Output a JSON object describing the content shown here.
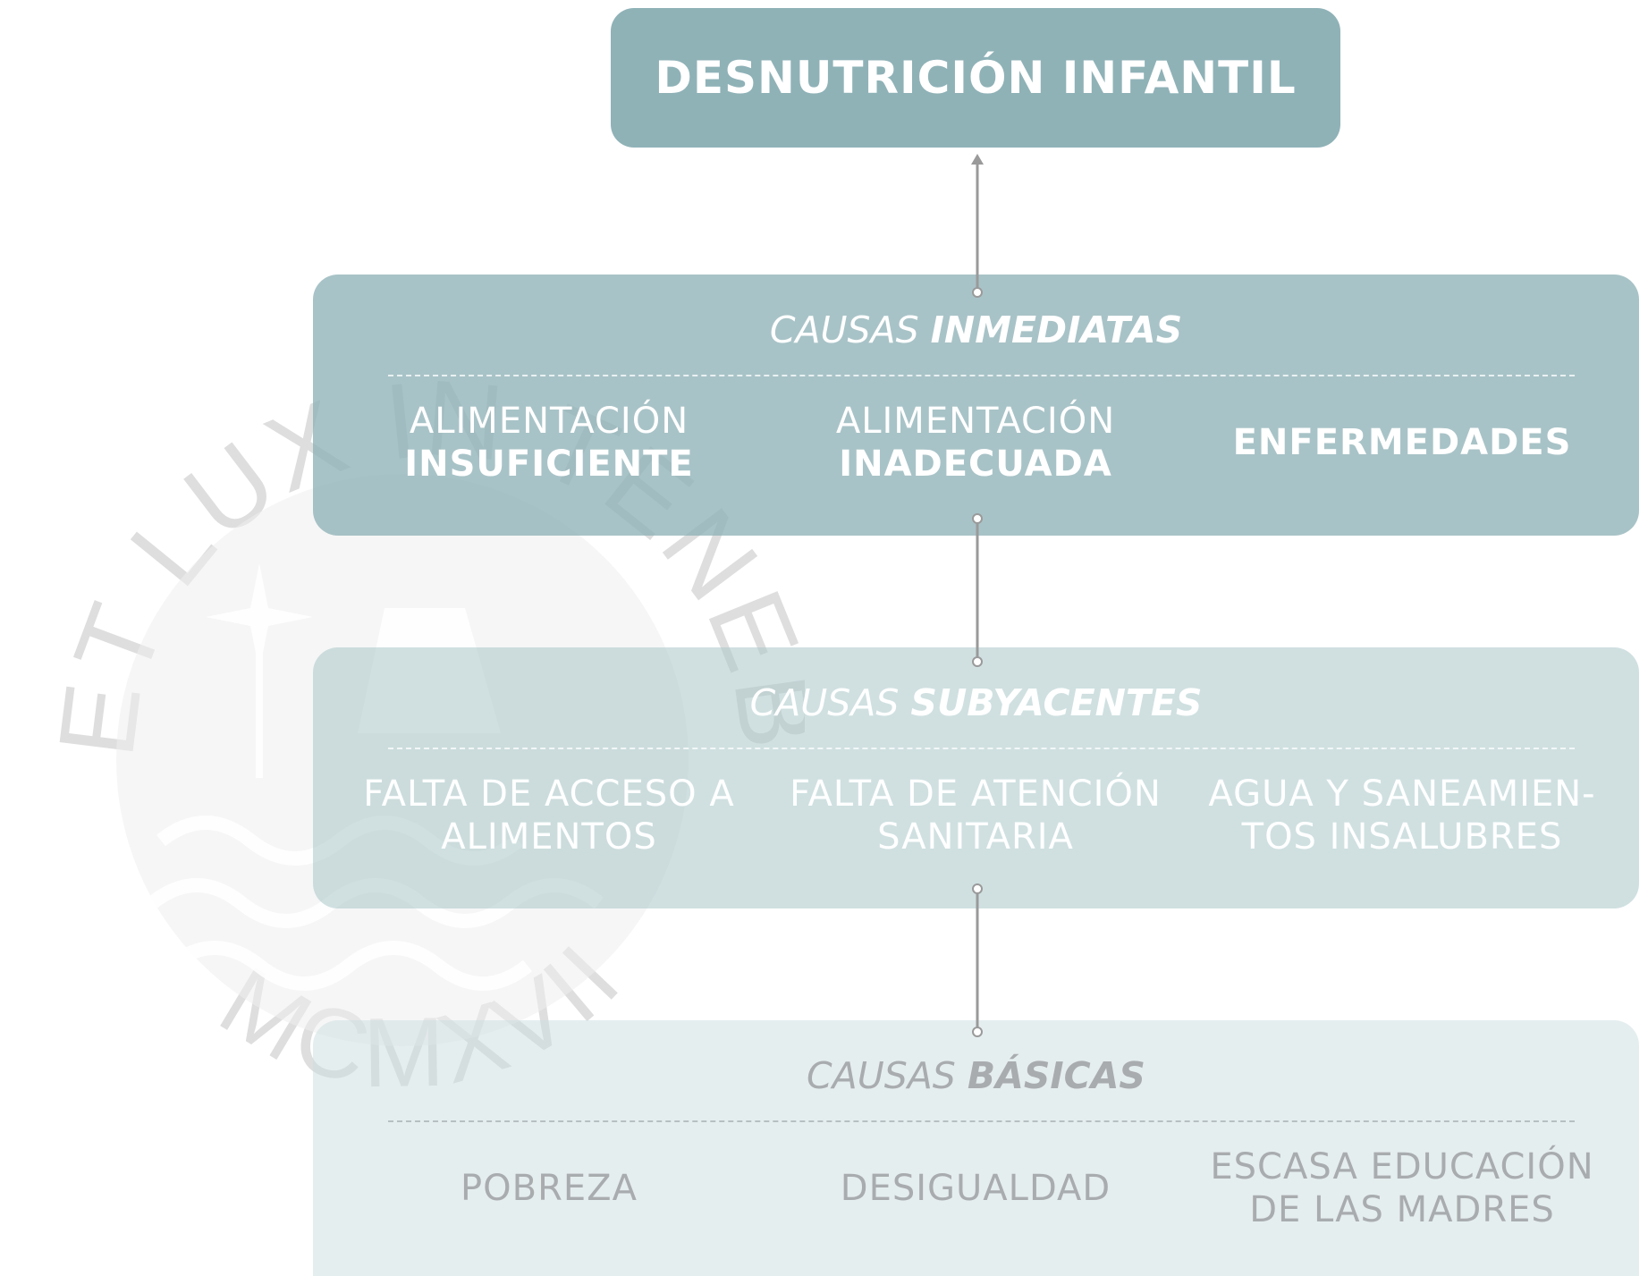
{
  "diagram": {
    "title": "DESNUTRICIÓN INFANTIL",
    "sections": [
      {
        "title_regular": "CAUSAS ",
        "title_bold": "INMEDIATAS",
        "items": [
          {
            "line1": "ALIMENTACIÓN",
            "line2": "INSUFICIENTE",
            "style": "regular-bold"
          },
          {
            "line1": "ALIMENTACIÓN",
            "line2": "INADECUADA",
            "style": "regular-bold"
          },
          {
            "line1": "ENFERMEDADES",
            "line2": "",
            "style": "bold"
          }
        ]
      },
      {
        "title_regular": "CAUSAS ",
        "title_bold": "SUBYACENTES",
        "items": [
          {
            "line1": "FALTA DE ACCESO A",
            "line2": "ALIMENTOS"
          },
          {
            "line1": "FALTA DE ATENCIÓN",
            "line2": "SANITARIA"
          },
          {
            "line1": "AGUA Y SANEAMIEN-",
            "line2": "TOS INSALUBRES"
          }
        ]
      },
      {
        "title_regular": "CAUSAS ",
        "title_bold": "BÁSICAS",
        "items": [
          {
            "line1": "POBREZA",
            "line2": ""
          },
          {
            "line1": "DESIGUALDAD",
            "line2": ""
          },
          {
            "line1": "ESCASA EDUCACIÓN",
            "line2": "DE LAS MADRES"
          }
        ]
      }
    ],
    "watermark": {
      "motto": "ET LUX IN TENEBRIS LUCET",
      "year": "MCMXVII"
    },
    "colors": {
      "title_box": "#8fb2b7",
      "inmediatas_box": "#a6c3c7",
      "subyacentes_box": "#cadbdd",
      "basicas_box": "#e6eeef",
      "connector": "#9a9a9a",
      "watermark": "#d9d9d9"
    }
  }
}
